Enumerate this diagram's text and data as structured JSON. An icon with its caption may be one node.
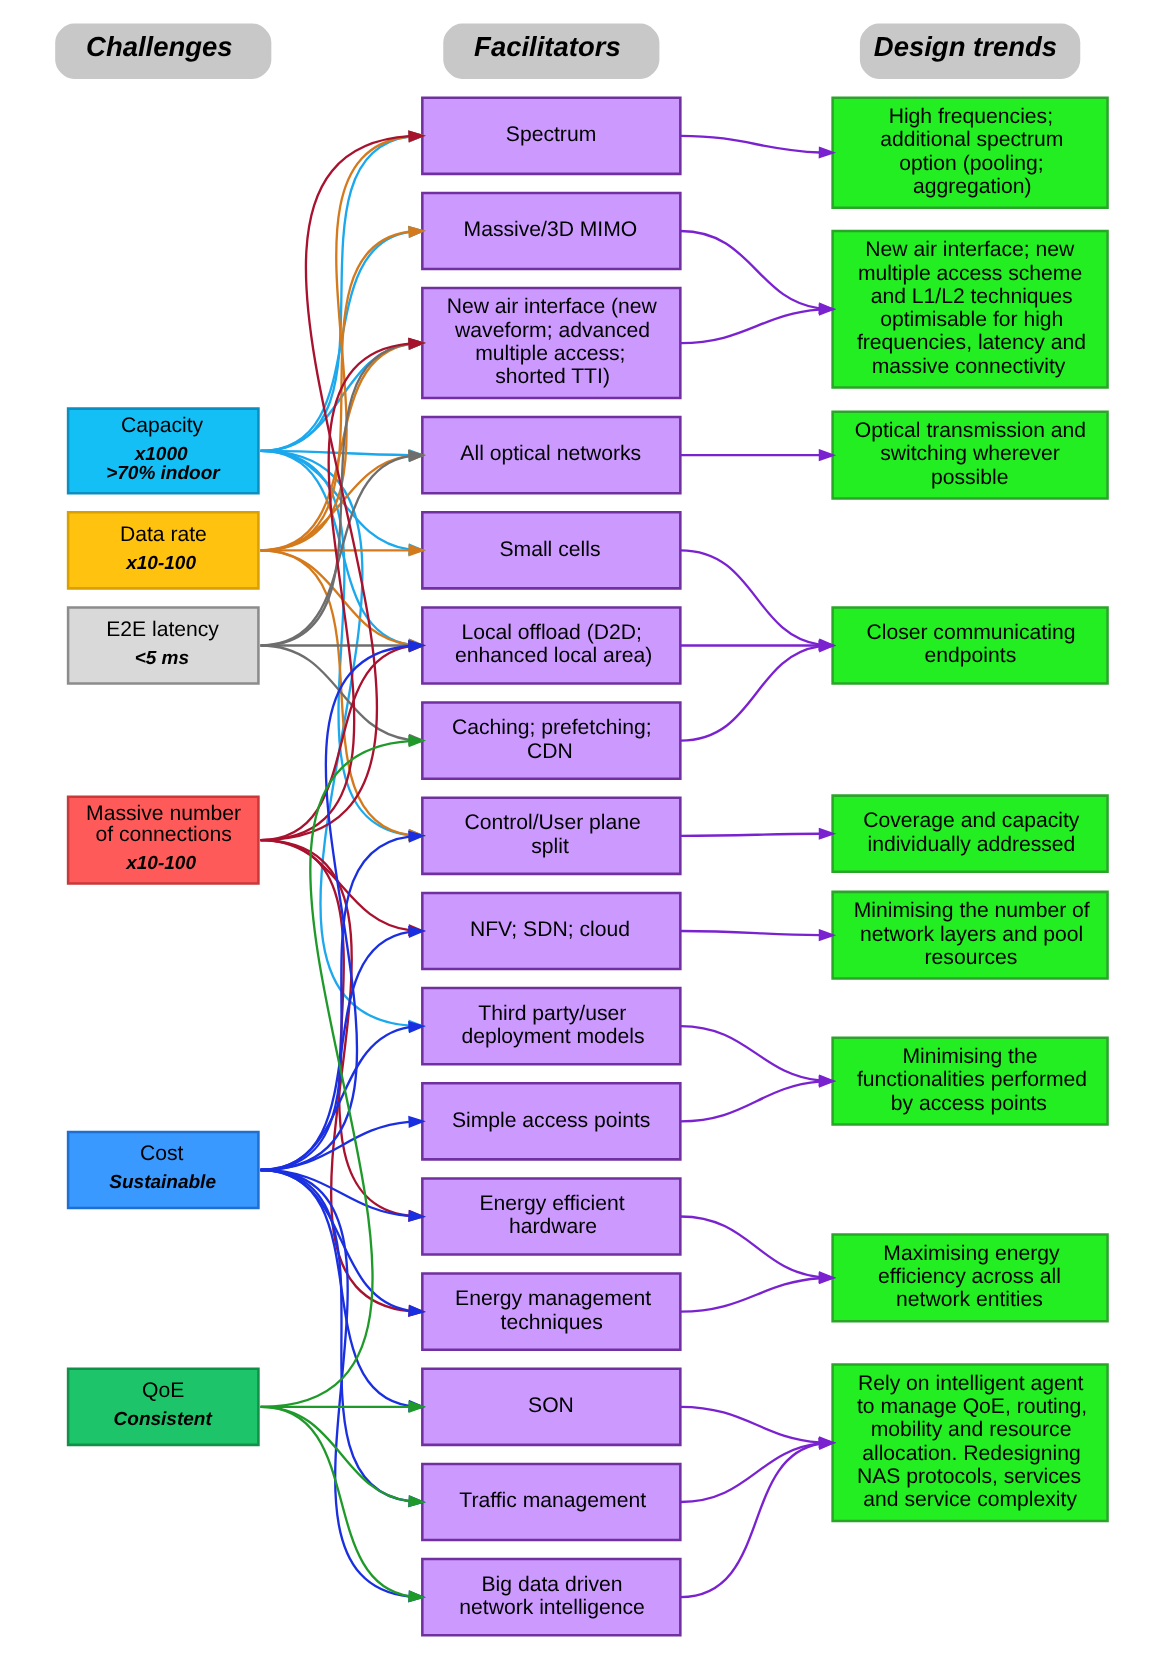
{
  "diagram": {
    "nodes": [
      {
        "text": [
          "Challenges"
        ]
      },
      {
        "text": [
          "Facilitators"
        ]
      },
      {
        "text": [
          "Design trends"
        ]
      },
      {
        "text": [
          "Capacity",
          "x1000",
          ">70% indoor"
        ]
      },
      {
        "text": [
          "Data rate",
          "x10-100"
        ]
      },
      {
        "text": [
          "E2E latency",
          "<5 ms"
        ]
      },
      {
        "text": [
          "Massive number of connections",
          "x10-100"
        ]
      },
      {
        "text": [
          "Cost",
          "Sustainable"
        ]
      },
      {
        "text": [
          "QoE",
          "Consistent"
        ]
      },
      {
        "text": [
          "Spectrum"
        ]
      },
      {
        "text": [
          "Massive/3D MIMO"
        ]
      },
      {
        "text": [
          "New air interface (new waveform; advanced multiple access; shorted TTI)"
        ]
      },
      {
        "text": [
          "All optical networks"
        ]
      },
      {
        "text": [
          "Small cells"
        ]
      },
      {
        "text": [
          "Local offload (D2D; enhanced local area)"
        ]
      },
      {
        "text": [
          "Caching; prefetching; CDN"
        ]
      },
      {
        "text": [
          "Control/User plane split"
        ]
      },
      {
        "text": [
          "NFV; SDN; cloud"
        ]
      },
      {
        "text": [
          "Third party/user deployment models"
        ]
      },
      {
        "text": [
          "Simple access points"
        ]
      },
      {
        "text": [
          "Energy efficient hardware"
        ]
      },
      {
        "text": [
          "Energy management techniques"
        ]
      },
      {
        "text": [
          "SON"
        ]
      },
      {
        "text": [
          "Traffic management"
        ]
      },
      {
        "text": [
          "Big data driven network intelligence"
        ]
      },
      {
        "text": [
          "High frequencies; additional spectrum option (pooling; aggregation)"
        ]
      },
      {
        "text": [
          "New air interface; new multiple access scheme and L1/L2 techniques optimisable for high frequencies, latency and massive connectivity"
        ]
      },
      {
        "text": [
          "Optical transmission and switching wherever possible"
        ]
      },
      {
        "text": [
          "Closer communicating endpoints"
        ]
      },
      {
        "text": [
          "Coverage and capacity individually addressed"
        ]
      },
      {
        "text": [
          "Minimising the number of network layers and pool resources"
        ]
      },
      {
        "text": [
          "Minimising the functionalities performed by access points"
        ]
      },
      {
        "text": [
          "Maximising energy efficiency across all network entities"
        ]
      },
      {
        "text": [
          "Rely on intelligent agent to manage QoE, routing, mobility and resource allocation. Redesigning NAS protocols, services and service complexity"
        ]
      }
    ],
    "edges": [
      {
        "from": 3,
        "to": 9,
        "arrow": "to",
        "color": "#1ca8ec"
      },
      {
        "from": 3,
        "to": 10,
        "arrow": "to",
        "color": "#1ca8ec"
      },
      {
        "from": 3,
        "to": 11,
        "arrow": "to",
        "color": "#1ca8ec"
      },
      {
        "from": 3,
        "to": 12,
        "arrow": "to",
        "color": "#1ca8ec"
      },
      {
        "from": 3,
        "to": 13,
        "arrow": "to",
        "color": "#1ca8ec"
      },
      {
        "from": 3,
        "to": 14,
        "arrow": "to",
        "color": "#1ca8ec"
      },
      {
        "from": 3,
        "to": 16,
        "arrow": "to",
        "color": "#1ca8ec"
      },
      {
        "from": 3,
        "to": 18,
        "arrow": "to",
        "color": "#1ca8ec"
      },
      {
        "from": 4,
        "to": 9,
        "arrow": "to",
        "color": "#d47a1c"
      },
      {
        "from": 4,
        "to": 10,
        "arrow": "to",
        "color": "#d47a1c"
      },
      {
        "from": 4,
        "to": 11,
        "arrow": "to",
        "color": "#d47a1c"
      },
      {
        "from": 4,
        "to": 12,
        "arrow": "to",
        "color": "#d47a1c"
      },
      {
        "from": 4,
        "to": 13,
        "arrow": "to",
        "color": "#d47a1c"
      },
      {
        "from": 4,
        "to": 14,
        "arrow": "to",
        "color": "#d47a1c"
      },
      {
        "from": 4,
        "to": 16,
        "arrow": "to",
        "color": "#d47a1c"
      },
      {
        "from": 5,
        "to": 11,
        "arrow": "to",
        "color": "#6e6e6e"
      },
      {
        "from": 5,
        "to": 12,
        "arrow": "to",
        "color": "#6e6e6e"
      },
      {
        "from": 5,
        "to": 14,
        "arrow": "to",
        "color": "#6e6e6e"
      },
      {
        "from": 5,
        "to": 15,
        "arrow": "to",
        "color": "#6e6e6e"
      },
      {
        "from": 6,
        "to": 9,
        "arrow": "to",
        "color": "#a8122e"
      },
      {
        "from": 6,
        "to": 11,
        "arrow": "to",
        "color": "#a8122e"
      },
      {
        "from": 6,
        "to": 14,
        "arrow": "to",
        "color": "#a8122e"
      },
      {
        "from": 6,
        "to": 17,
        "arrow": "to",
        "color": "#a8122e"
      },
      {
        "from": 6,
        "to": 20,
        "arrow": "to",
        "color": "#a8122e"
      },
      {
        "from": 6,
        "to": 21,
        "arrow": "to",
        "color": "#a8122e"
      },
      {
        "from": 7,
        "to": 14,
        "arrow": "to",
        "color": "#1a2fe0"
      },
      {
        "from": 7,
        "to": 16,
        "arrow": "to",
        "color": "#1a2fe0"
      },
      {
        "from": 7,
        "to": 17,
        "arrow": "to",
        "color": "#1a2fe0"
      },
      {
        "from": 7,
        "to": 18,
        "arrow": "to",
        "color": "#1a2fe0"
      },
      {
        "from": 7,
        "to": 19,
        "arrow": "to",
        "color": "#1a2fe0"
      },
      {
        "from": 7,
        "to": 20,
        "arrow": "to",
        "color": "#1a2fe0"
      },
      {
        "from": 7,
        "to": 21,
        "arrow": "to",
        "color": "#1a2fe0"
      },
      {
        "from": 7,
        "to": 22,
        "arrow": "to",
        "color": "#1a2fe0"
      },
      {
        "from": 7,
        "to": 23,
        "arrow": "to",
        "color": "#1a2fe0"
      },
      {
        "from": 7,
        "to": 24,
        "arrow": "to",
        "color": "#1a2fe0"
      },
      {
        "from": 8,
        "to": 15,
        "arrow": "to",
        "color": "#1f9a2a"
      },
      {
        "from": 8,
        "to": 22,
        "arrow": "to",
        "color": "#1f9a2a"
      },
      {
        "from": 8,
        "to": 23,
        "arrow": "to",
        "color": "#1f9a2a"
      },
      {
        "from": 8,
        "to": 24,
        "arrow": "to",
        "color": "#1f9a2a"
      },
      {
        "from": 9,
        "to": 25,
        "arrow": "to"
      },
      {
        "from": 10,
        "to": 26,
        "arrow": "to"
      },
      {
        "from": 11,
        "to": 26,
        "arrow": "to"
      },
      {
        "from": 12,
        "to": 27,
        "arrow": "to"
      },
      {
        "from": 13,
        "to": 28,
        "arrow": "to"
      },
      {
        "from": 14,
        "to": 28,
        "arrow": "to"
      },
      {
        "from": 15,
        "to": 28,
        "arrow": "to"
      },
      {
        "from": 16,
        "to": 29,
        "arrow": "to"
      },
      {
        "from": 17,
        "to": 30,
        "arrow": "to"
      },
      {
        "from": 18,
        "to": 31,
        "arrow": "to"
      },
      {
        "from": 19,
        "to": 31,
        "arrow": "to"
      },
      {
        "from": 20,
        "to": 32,
        "arrow": "to"
      },
      {
        "from": 21,
        "to": 32,
        "arrow": "to"
      },
      {
        "from": 22,
        "to": 33,
        "arrow": "to"
      },
      {
        "from": 23,
        "to": 33,
        "arrow": "to"
      },
      {
        "from": 24,
        "to": 33,
        "arrow": "to"
      }
    ]
  }
}
